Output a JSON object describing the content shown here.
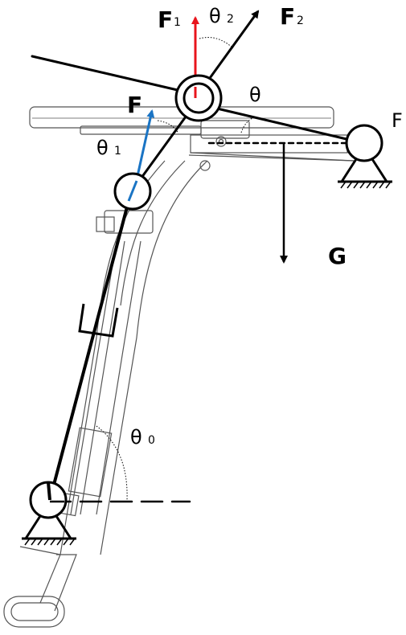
{
  "labels": {
    "F1": {
      "main": "F",
      "sub": "1"
    },
    "theta2": {
      "main": "θ",
      "sub": "2"
    },
    "F2": {
      "main": "F",
      "sub": "2"
    },
    "F": "F",
    "theta": "θ",
    "theta1": {
      "main": "θ",
      "sub": "1"
    },
    "F_right": "F",
    "G": "G",
    "theta0": {
      "main": "θ",
      "sub": "0"
    }
  },
  "colors": {
    "line": "#000000",
    "force_F1": "#e8141c",
    "force_F": "#1a74c4",
    "frame": "#555555"
  }
}
